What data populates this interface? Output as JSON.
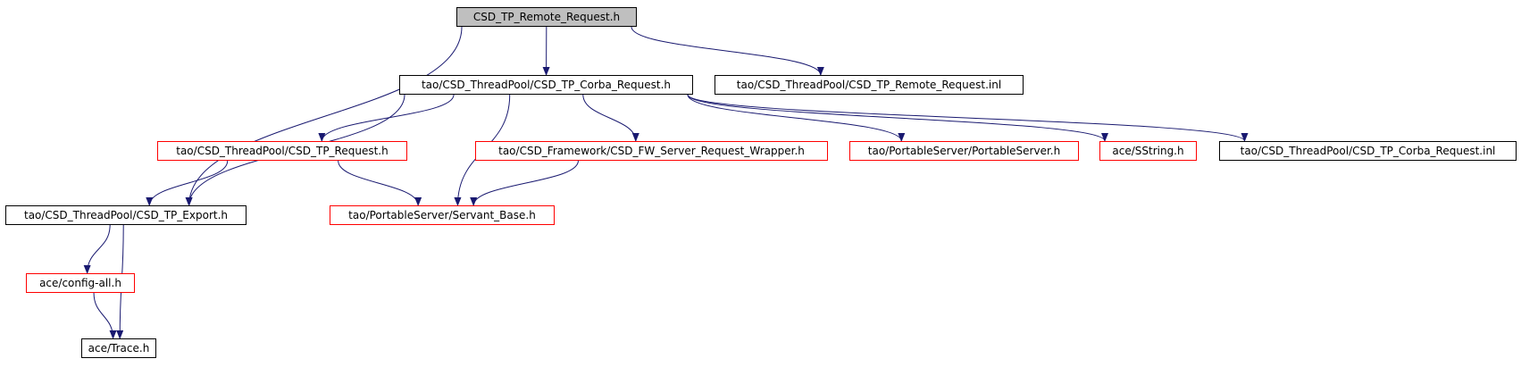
{
  "colors": {
    "edge": "#191970",
    "root_fill": "#bfbfbf",
    "normal_border": "#000000",
    "incomplete_border": "#ff0000"
  },
  "nodes": {
    "remote_request_h": {
      "label": "CSD_TP_Remote_Request.h",
      "style": "root"
    },
    "corba_request_h": {
      "label": "tao/CSD_ThreadPool/CSD_TP_Corba_Request.h",
      "style": "normal"
    },
    "remote_request_inl": {
      "label": "tao/CSD_ThreadPool/CSD_TP_Remote_Request.inl",
      "style": "normal"
    },
    "tp_request_h": {
      "label": "tao/CSD_ThreadPool/CSD_TP_Request.h",
      "style": "incomplete"
    },
    "fw_server_request_wrapper_h": {
      "label": "tao/CSD_Framework/CSD_FW_Server_Request_Wrapper.h",
      "style": "incomplete"
    },
    "portable_server_h": {
      "label": "tao/PortableServer/PortableServer.h",
      "style": "incomplete"
    },
    "sstring_h": {
      "label": "ace/SString.h",
      "style": "incomplete"
    },
    "corba_request_inl": {
      "label": "tao/CSD_ThreadPool/CSD_TP_Corba_Request.inl",
      "style": "normal"
    },
    "tp_export_h": {
      "label": "tao/CSD_ThreadPool/CSD_TP_Export.h",
      "style": "normal"
    },
    "servant_base_h": {
      "label": "tao/PortableServer/Servant_Base.h",
      "style": "incomplete"
    },
    "config_all_h": {
      "label": "ace/config-all.h",
      "style": "incomplete"
    },
    "trace_h": {
      "label": "ace/Trace.h",
      "style": "normal"
    }
  },
  "edges": [
    {
      "from": "remote_request_h",
      "to": "corba_request_h"
    },
    {
      "from": "remote_request_h",
      "to": "remote_request_inl"
    },
    {
      "from": "remote_request_h",
      "to": "tp_export_h"
    },
    {
      "from": "corba_request_h",
      "to": "tp_export_h"
    },
    {
      "from": "corba_request_h",
      "to": "tp_request_h"
    },
    {
      "from": "corba_request_h",
      "to": "servant_base_h"
    },
    {
      "from": "corba_request_h",
      "to": "fw_server_request_wrapper_h"
    },
    {
      "from": "corba_request_h",
      "to": "portable_server_h"
    },
    {
      "from": "corba_request_h",
      "to": "sstring_h"
    },
    {
      "from": "corba_request_h",
      "to": "corba_request_inl"
    },
    {
      "from": "tp_request_h",
      "to": "tp_export_h"
    },
    {
      "from": "tp_request_h",
      "to": "servant_base_h"
    },
    {
      "from": "fw_server_request_wrapper_h",
      "to": "servant_base_h"
    },
    {
      "from": "tp_export_h",
      "to": "config_all_h"
    },
    {
      "from": "tp_export_h",
      "to": "trace_h"
    },
    {
      "from": "config_all_h",
      "to": "trace_h"
    }
  ]
}
